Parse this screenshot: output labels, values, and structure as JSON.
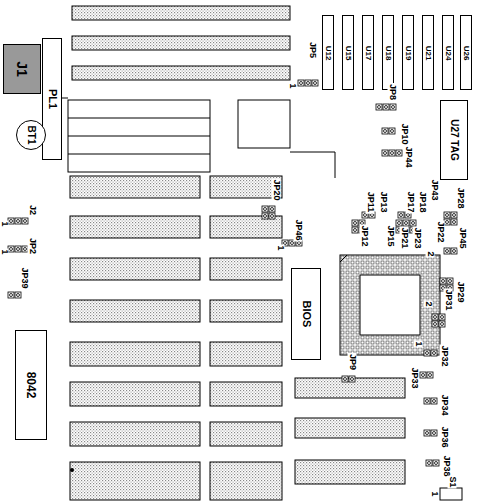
{
  "diagram": {
    "nodes": [
      {
        "text": [
          "J1"
        ]
      },
      {
        "text": [
          "PL1"
        ]
      },
      {
        "text": [
          "BT1"
        ]
      },
      {
        "text": [
          "U12"
        ]
      },
      {
        "text": [
          "U15"
        ]
      },
      {
        "text": [
          "U17"
        ]
      },
      {
        "text": [
          "U18"
        ]
      },
      {
        "text": [
          "U19"
        ]
      },
      {
        "text": [
          "U21"
        ]
      },
      {
        "text": [
          "U24"
        ]
      },
      {
        "text": [
          "U26"
        ]
      },
      {
        "text": [
          "U27 TAG"
        ]
      },
      {
        "text": [
          "BIOS"
        ]
      },
      {
        "text": [
          "8042"
        ]
      }
    ],
    "labels": [
      "JP5",
      "1",
      "JP8",
      "JP10",
      "JP44",
      "JP11",
      "JP13",
      "JP12",
      "JP15",
      "JP17",
      "JP18",
      "JP21",
      "JP23",
      "JP43",
      "JP22",
      "JP28",
      "JP45",
      "2",
      "JP29",
      "JP31",
      "2",
      "JP46",
      "1",
      "JP20",
      "J2",
      "1",
      "JP2",
      "1",
      "JP39",
      "JP9",
      "1",
      "JP32",
      "JP33",
      "JP34",
      "JP36",
      "JP38",
      "S1",
      "1"
    ]
  }
}
